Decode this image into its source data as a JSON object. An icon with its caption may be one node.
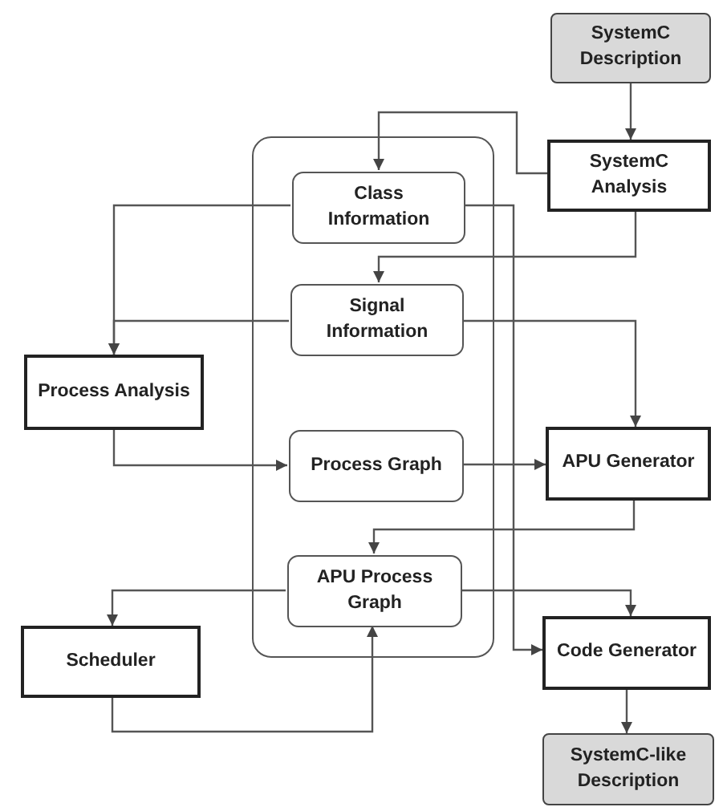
{
  "diagram": {
    "nodes": [
      {
        "text": [
          "SystemC Description"
        ]
      },
      {
        "text": [
          "SystemC Analysis"
        ]
      },
      {
        "text": [],
        "shape": "box"
      },
      {
        "text": [
          "Class Information"
        ],
        "in": 2
      },
      {
        "text": [
          "Signal Information"
        ],
        "in": 2
      },
      {
        "text": [
          "Process Analysis"
        ]
      },
      {
        "text": [
          "Process Graph"
        ],
        "in": 2
      },
      {
        "text": [
          "APU Generator"
        ]
      },
      {
        "text": [
          "APU Process Graph"
        ],
        "in": 2
      },
      {
        "text": [
          "Scheduler"
        ]
      },
      {
        "text": [
          "Code Generator"
        ]
      },
      {
        "text": [
          "SystemC-like Description"
        ]
      }
    ],
    "edges": [
      {
        "from": 0,
        "to": 1,
        "arrow": "to"
      },
      {
        "from": 1,
        "to": 3,
        "arrow": "to"
      },
      {
        "from": 1,
        "to": 4,
        "arrow": "to"
      },
      {
        "from": 3,
        "to": 5,
        "arrow": "to"
      },
      {
        "from": 4,
        "to": 5,
        "arrow": "to"
      },
      {
        "from": 4,
        "to": 7,
        "arrow": "to"
      },
      {
        "from": 3,
        "to": 10,
        "arrow": "to"
      },
      {
        "from": 5,
        "to": 6,
        "arrow": "to"
      },
      {
        "from": 6,
        "to": 7,
        "arrow": "to"
      },
      {
        "from": 7,
        "to": 8,
        "arrow": "to"
      },
      {
        "from": 8,
        "to": 9,
        "arrow": "to"
      },
      {
        "from": 8,
        "to": 10,
        "arrow": "to"
      },
      {
        "from": 9,
        "to": 8,
        "arrow": "to"
      },
      {
        "from": 10,
        "to": 11,
        "arrow": "to"
      }
    ]
  }
}
